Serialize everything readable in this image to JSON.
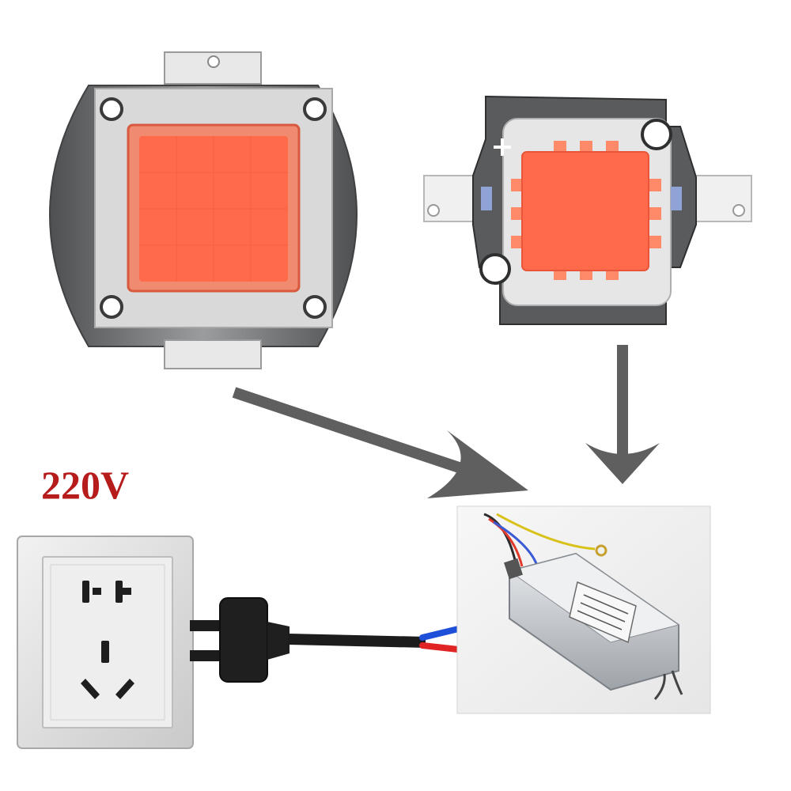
{
  "supply": {
    "voltage_label": "220V"
  },
  "colors": {
    "voltage_text": "#b71c1c",
    "arrow": "#5f5f5f",
    "led_emitter": "#ff6a4a",
    "led_substrate": "#d9d9d9",
    "heatsink": "#6d6f71",
    "socket_plate": "#e4e4e4",
    "cable": "#1c1c1c",
    "wire_blue": "#1e4fd8",
    "wire_red": "#e02424",
    "driver_case": "#c9cdd2"
  },
  "components": {
    "large_led": "large-cob-led-chip",
    "small_led": "small-cob-led-chip",
    "socket": "wall-power-socket",
    "driver": "led-driver-power-supply"
  }
}
